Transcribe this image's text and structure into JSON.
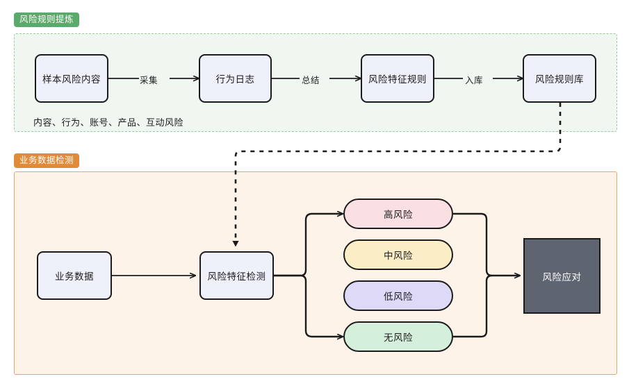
{
  "groups": {
    "extract": {
      "tag": "风险规则提炼",
      "tag_color": "#5aab6b",
      "fill": "#eff7f0",
      "border": "#9ec9a4"
    },
    "detect": {
      "tag": "业务数据检测",
      "tag_color": "#e08b3a",
      "fill": "#fdf3e8",
      "border": "#e3a969"
    }
  },
  "extract_flow": {
    "nodes": [
      {
        "id": "sample",
        "label": "样本风险内容",
        "fill": "#eef0fa"
      },
      {
        "id": "behavior",
        "label": "行为日志",
        "fill": "#eef0fa"
      },
      {
        "id": "rule",
        "label": "风险特征规则",
        "fill": "#eef0fa"
      },
      {
        "id": "library",
        "label": "风险规则库",
        "fill": "#eef0fa"
      }
    ],
    "edge_labels": [
      "采集",
      "总结",
      "入库"
    ],
    "caption": "内容、行为、账号、产品、互动风险"
  },
  "detect_flow": {
    "nodes": [
      {
        "id": "bizdata",
        "label": "业务数据",
        "fill": "#eef0fa"
      },
      {
        "id": "detector",
        "label": "风险特征检测",
        "fill": "#eef0fa"
      },
      {
        "id": "response",
        "label": "风险应对",
        "fill": "#5e6470",
        "text_color": "#ffffff"
      }
    ],
    "risk_levels": [
      {
        "id": "high",
        "label": "高风险",
        "fill": "#fadfe3",
        "connected": true
      },
      {
        "id": "mid",
        "label": "中风险",
        "fill": "#fbeec6",
        "connected": false
      },
      {
        "id": "low",
        "label": "低风险",
        "fill": "#ddd9f7",
        "connected": false
      },
      {
        "id": "none",
        "label": "无风险",
        "fill": "#d4efdc",
        "connected": true
      }
    ]
  },
  "connector": {
    "style": "dashed",
    "from": "风险规则库",
    "to": "风险特征检测"
  }
}
